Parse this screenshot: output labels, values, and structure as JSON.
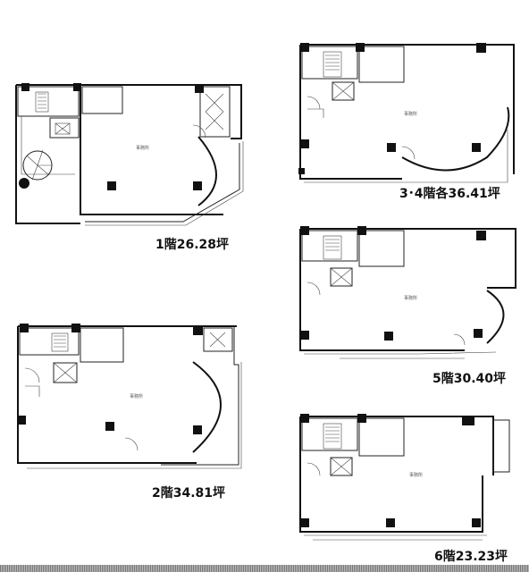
{
  "floors": [
    {
      "label": "1階26.28坪",
      "room": "事務所"
    },
    {
      "label": "2階34.81坪",
      "room": "事務所"
    },
    {
      "label": "3･4階各36.41坪",
      "room": "事務所"
    },
    {
      "label": "5階30.40坪",
      "room": "事務所"
    },
    {
      "label": "6階23.23坪",
      "room": "事務所"
    }
  ],
  "colors": {
    "line": "#111111",
    "paper": "#ffffff"
  }
}
